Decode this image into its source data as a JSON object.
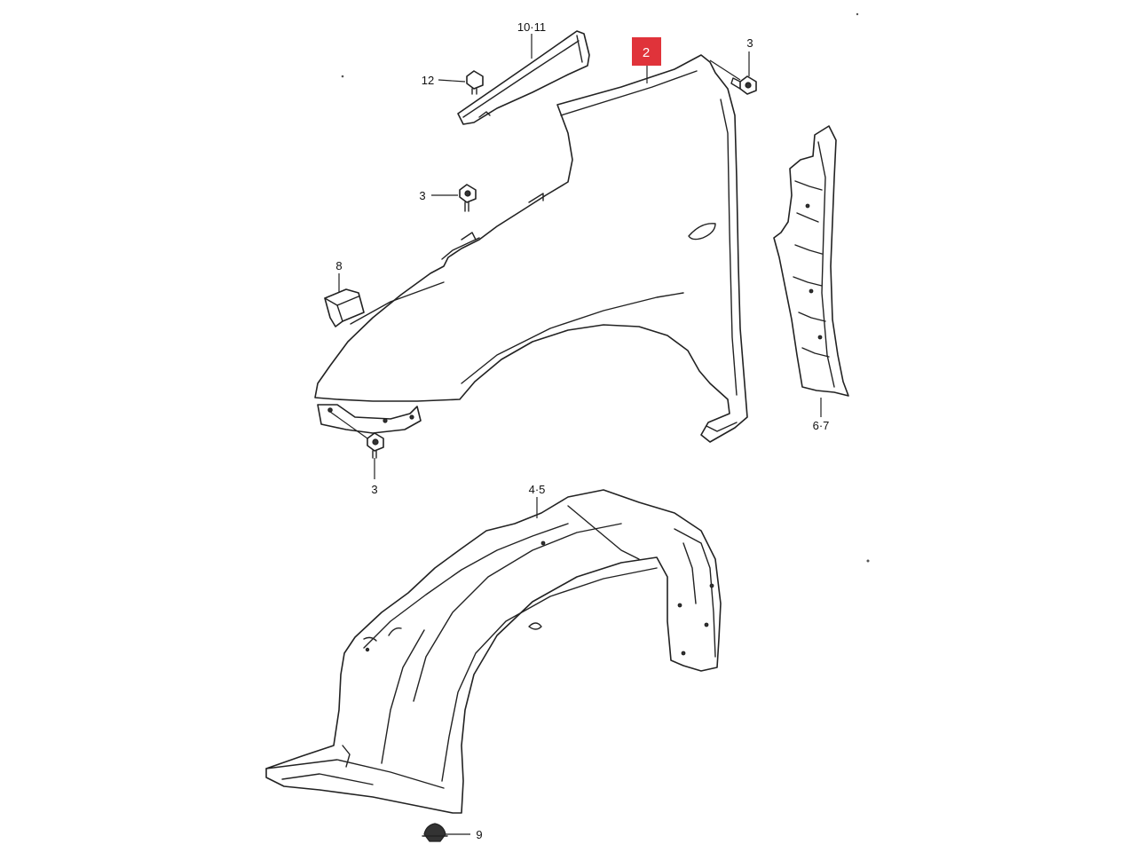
{
  "highlight": {
    "label": "2",
    "color": "#e0333a"
  },
  "callouts": {
    "garnish": "10·11",
    "clip_top": "12",
    "bolt_top_right": "3",
    "bolt_upper": "3",
    "bracket": "8",
    "bolt_bottom": "3",
    "splash_guard": "6·7",
    "fender_liner": "4·5",
    "clip_bottom": "9"
  },
  "colors": {
    "line": "#222222",
    "background": "#ffffff"
  }
}
